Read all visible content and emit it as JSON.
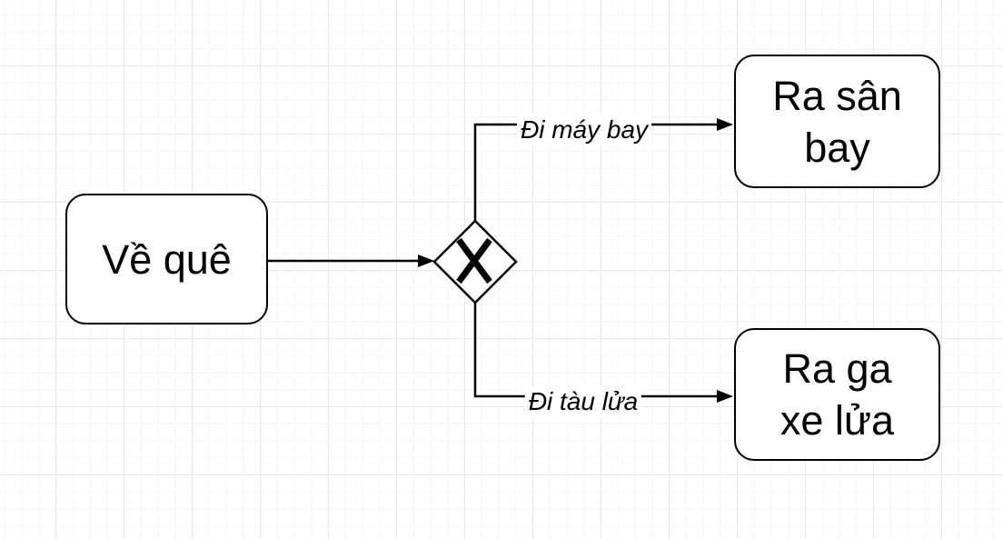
{
  "diagram": {
    "type": "flowchart",
    "canvas": {
      "background_color": "#ffffff",
      "grid_minor_color": "#f4f4f4",
      "grid_major_color": "#e8e8e8"
    },
    "stroke_color": "#000000",
    "nodes": [
      {
        "id": "ve-que",
        "shape": "rounded-rectangle",
        "lines": [
          "Về quê"
        ]
      },
      {
        "id": "ra-san-bay",
        "shape": "rounded-rectangle",
        "lines": [
          "Ra sân",
          "bay"
        ]
      },
      {
        "id": "ra-ga-xe-lua",
        "shape": "rounded-rectangle",
        "lines": [
          "Ra ga",
          "xe lửa"
        ]
      }
    ],
    "gateway": {
      "id": "exclusive-gateway",
      "shape": "diamond",
      "symbol": "X"
    },
    "edges": [
      {
        "id": "ve-que-to-gateway",
        "label": ""
      },
      {
        "id": "gateway-to-ra-san-bay",
        "label": "Đi máy bay"
      },
      {
        "id": "gateway-to-ra-ga-xe-lua",
        "label": "Đi tàu lửa"
      }
    ]
  }
}
